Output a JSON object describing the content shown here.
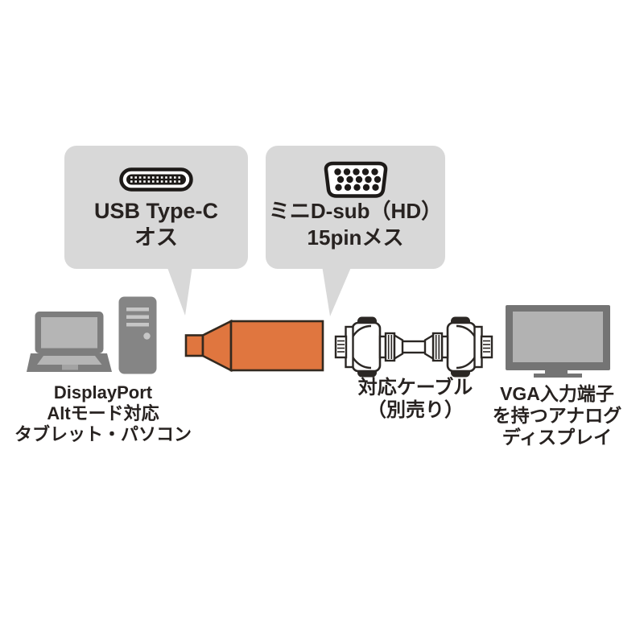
{
  "callouts": [
    {
      "icon": "usb-type-c-connector-icon",
      "line1": "USB Type-C",
      "line2": "オス"
    },
    {
      "icon": "mini-dsub-hd-15pin-connector-icon",
      "line1": "ミニD-sub（HD）",
      "line2": "15pinメス"
    }
  ],
  "devices": {
    "source_label": [
      "DisplayPort",
      "Altモード対応",
      "タブレット・パソコン"
    ],
    "cable_label": [
      "対応ケーブル",
      "（別売り）"
    ],
    "display_label": [
      "VGA入力端子",
      "を持つアナログ",
      "ディスプレイ"
    ],
    "icons": [
      "laptop-icon",
      "desktop-tower-icon",
      "usb-c-vga-adapter-icon",
      "vga-cable-icon",
      "monitor-icon"
    ]
  },
  "colors": {
    "bubble_bg": "#d8d8d8",
    "adapter_orange": "#e0763f",
    "outline": "#33291f",
    "device_gray": "#7d7d7d",
    "screen_gray": "#b5b5b5",
    "accent_light_gray": "#c6c6c6",
    "text": "#272220"
  }
}
